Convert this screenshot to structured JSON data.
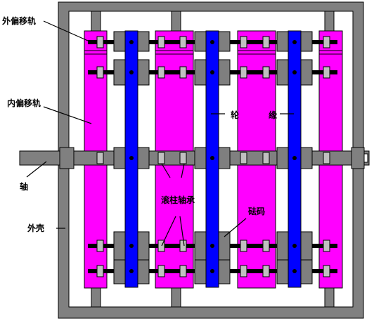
{
  "labels": {
    "outer_offset_rail": "外偏移轨",
    "inner_offset_rail": "内偏移轨",
    "shaft": "轴",
    "housing": "外壳",
    "roller_bearing": "滚柱轴承",
    "weight": "砝码",
    "rim_left": "轮",
    "rim_right": "缘"
  },
  "colors": {
    "housing": "#808080",
    "rail": "#ff00ff",
    "rim": "#0000ff",
    "block": "#7f7f7f",
    "bearing": "#c0c0c0",
    "rod": "#000000"
  }
}
